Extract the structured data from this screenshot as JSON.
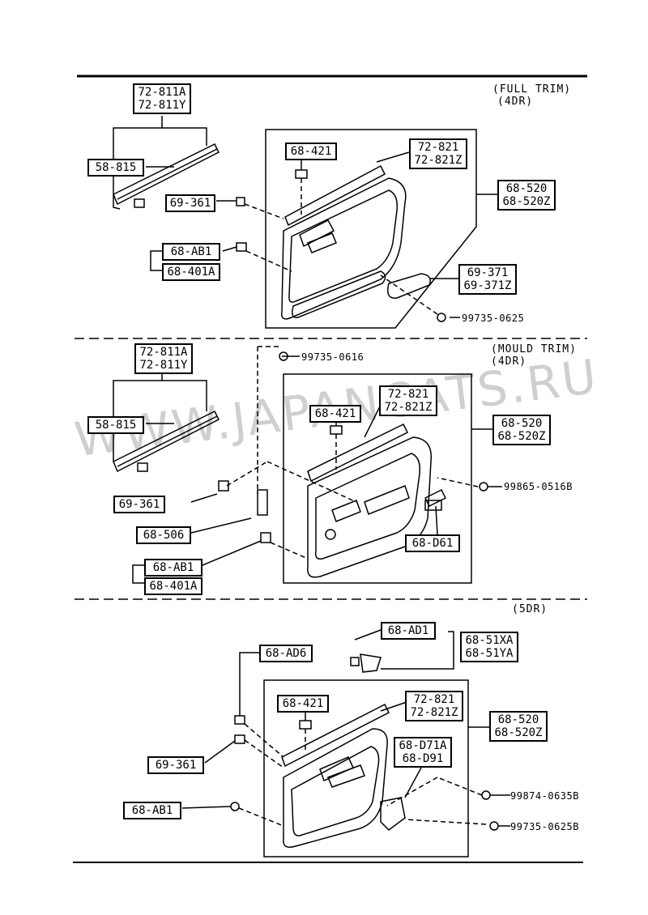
{
  "watermark": "WWW.JAPANCATS.RU",
  "sections": [
    {
      "variant": "(FULL TRIM)",
      "doors": "(4DR)",
      "labels": {
        "weatherstrip": [
          "72-811A",
          "72-811Y"
        ],
        "molding": "58-815",
        "clip_upper": "69-361",
        "clip_pair": [
          "68-AB1",
          "68-401A"
        ],
        "handle_cover": "68-421",
        "belt_strip": [
          "72-821",
          "72-821Z"
        ],
        "trim_panel": [
          "68-520",
          "68-520Z"
        ],
        "armrest": [
          "69-371",
          "69-371Z"
        ],
        "screw": "99735-0625"
      }
    },
    {
      "variant": "(MOULD TRIM)",
      "doors": "(4DR)",
      "labels": {
        "weatherstrip": [
          "72-811A",
          "72-811Y"
        ],
        "molding": "58-815",
        "screw_top": "99735-0616",
        "handle_cover": "68-421",
        "belt_strip": [
          "72-821",
          "72-821Z"
        ],
        "trim_panel": [
          "68-520",
          "68-520Z"
        ],
        "screw_right": "99865-0516B",
        "clip": "69-361",
        "bracket": "68-506",
        "pull_handle": "68-D61",
        "clip_pair": [
          "68-AB1",
          "68-401A"
        ]
      }
    },
    {
      "variant": "",
      "doors": "(5DR)",
      "labels": {
        "escutcheon_clip": "68-AD1",
        "escutcheon": [
          "68-51XA",
          "68-51YA"
        ],
        "clip_top": "68-AD6",
        "handle_cover": "68-421",
        "belt_strip": [
          "72-821",
          "72-821Z"
        ],
        "trim_panel": [
          "68-520",
          "68-520Z"
        ],
        "pull_handle": [
          "68-D71A",
          "68-D91"
        ],
        "clip": "69-361",
        "screw_upper": "99874-0635B",
        "clip_single": "68-AB1",
        "screw_lower": "99735-0625B"
      }
    }
  ]
}
